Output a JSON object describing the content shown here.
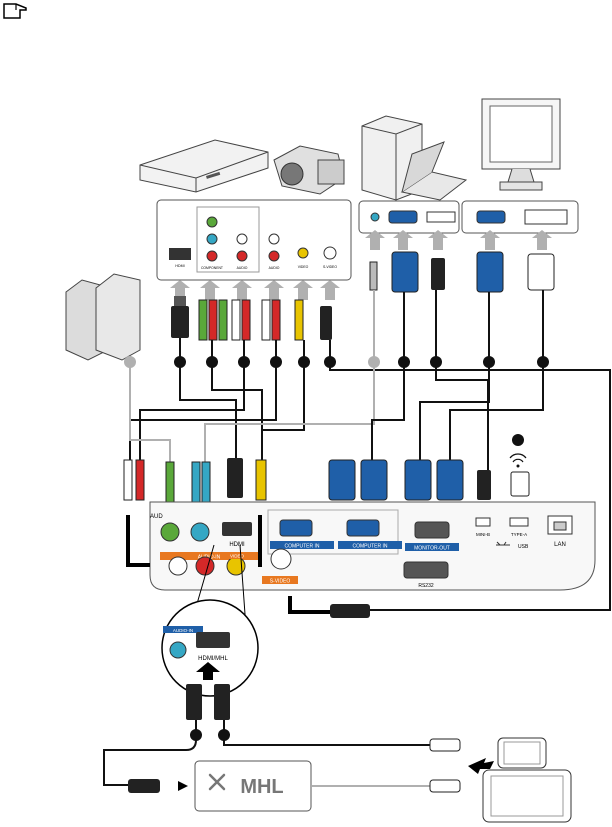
{
  "labels": {
    "hdmi": "HDMI",
    "component": "COMPONENT",
    "audio": "AUDIO",
    "video": "VIDEO",
    "svideo": "S-VIDEO",
    "audio_in": "AUDIO-IN",
    "hdmi_mhl": "HDMI/MHL",
    "computer_in": "COMPUTER IN",
    "monitor_out": "MONITOR-OUT",
    "mini_b": "MINI-B",
    "usb": "USB",
    "type_a": "TYPE-A",
    "lan": "LAN",
    "rs232": "RS232",
    "aud": "AUD",
    "mhl_logo": "MHL"
  },
  "colors": {
    "vga_blue": "#1f5fa8",
    "audio_green": "#5aa83a",
    "audio_cyan": "#35a7c4",
    "rca_red": "#d42828",
    "rca_yellow": "#e8c400",
    "port_label_blue": "#1f5fa8",
    "port_label_orange": "#e87820",
    "cable_gray": "#b0b0b0",
    "cable_black": "#111111"
  },
  "icons": [
    "note-icon",
    "wireless-icon",
    "usb-icon",
    "lan-port-icon"
  ]
}
